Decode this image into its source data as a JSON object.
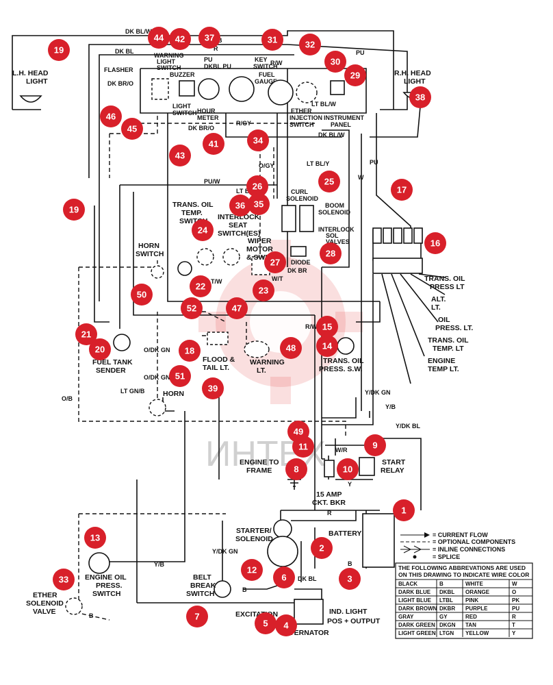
{
  "diagram": {
    "watermark_text": "ИНТЕХ",
    "components": {
      "lh_head_light": [
        "L.H. HEAD",
        "LIGHT"
      ],
      "rh_head_light": [
        "R.H. HEAD",
        "LIGHT"
      ],
      "warning_light_switch": [
        "WARNING",
        "LIGHT",
        "SWITCH"
      ],
      "flasher": "FLASHER",
      "buzzer": "BUZZER",
      "light_switch": [
        "LIGHT",
        "SWITCH"
      ],
      "hour_meter": [
        "HOUR",
        "METER"
      ],
      "key_switch": [
        "KEY",
        "SWITCH"
      ],
      "fuel_gauge": [
        "FUEL",
        "GAUGE"
      ],
      "ether_injection_switch": [
        "ETHER",
        "INJECTION",
        "SWITCH"
      ],
      "instrument_panel": [
        "INSTRUMENT",
        "PANEL"
      ],
      "curl_solenoid": [
        "CURL",
        "SOLENOID"
      ],
      "boom_solenoid": [
        "BOOM",
        "SOLENOID"
      ],
      "interlock_sol_valves": [
        "INTERLOCK",
        "SOL",
        "VALVES"
      ],
      "diode": "DIODE",
      "trans_oil_temp_switch": [
        "TRANS. OIL",
        "TEMP.",
        "SWITCH"
      ],
      "interlock_seat_switch": [
        "INTERLOCK",
        "SEAT",
        "SWITCH(ES)"
      ],
      "wiper_motor": [
        "WIPER",
        "MOTOR",
        "& SWITCH"
      ],
      "horn_switch": [
        "HORN",
        "SWITCH"
      ],
      "fuel_tank_sender": [
        "FUEL TANK",
        "SENDER"
      ],
      "flood_tail": [
        "FLOOD &",
        "TAIL LT."
      ],
      "warning_lt": [
        "WARNING",
        "LT."
      ],
      "trans_oil_press_sw": [
        "TRANS. OIL",
        "PRESS. S.W."
      ],
      "horn": "HORN",
      "engine_to_frame": [
        "ENGINE TO",
        "FRAME"
      ],
      "ckt_bkr": [
        "15 AMP",
        "CKT. BKR"
      ],
      "start_relay": [
        "START",
        "RELAY"
      ],
      "starter_solenoid": [
        "STARTER/",
        "SOLENOID"
      ],
      "battery": "BATTERY",
      "engine_oil_press_switch": [
        "ENGINE OIL",
        "PRESS.",
        "SWITCH"
      ],
      "belt_break_switch": [
        "BELT",
        "BREAK",
        "SWITCH"
      ],
      "ether_solenoid_valve": [
        "ETHER",
        "SOLENOID",
        "VALVE"
      ],
      "alternator_excitation": "EXCITATION",
      "alternator": "ALTERNATOR",
      "ind_light": "IND. LIGHT",
      "pos_output": "POS + OUTPUT",
      "lamp_labels": [
        [
          "TRANS. OIL",
          "PRESS LT"
        ],
        [
          "ALT.",
          "LT."
        ],
        [
          "OIL",
          "PRESS. LT."
        ],
        [
          "TRANS. OIL",
          "TEMP. LT"
        ],
        [
          "ENGINE",
          "TEMP LT."
        ]
      ]
    },
    "wire_labels": {
      "dk_bl_w_top": "DK BL/W",
      "b_top": "B",
      "dk_bl": "DK BL",
      "dk_br_o": "DK BR/O",
      "pu_top": "PU",
      "dkbl_pu": "DKBL PU",
      "r_top": "R",
      "r_w": "R/W",
      "pu_right": "PU",
      "lt_bl_w": "LT BL/W",
      "dk_br_o_mid": "DK BR/O",
      "dk_bl_w_mid": "DK BL/W",
      "r_gy": "R/GY",
      "o_gy": "O/GY",
      "lt_bl_y": "LT BL/Y",
      "pu_w": "PU/W",
      "lt_bl": "LT BL",
      "pu_vertical": "PU",
      "w_vertical": "W",
      "t_w": "T/W",
      "w_t": "W/T",
      "dk_br": "DK BR",
      "r_w_mid": "R/W",
      "o_dk_gn_1": "O/DK GN",
      "o_dk_gn_2": "O/DK GN",
      "lt_gn_b": "LT GN/B",
      "o_b": "O/B",
      "y_dk_gn": "Y/DK GN",
      "y_b": "Y/B",
      "y_dk_bl": "Y/DK BL",
      "w_r": "W/R",
      "r_relay": "R",
      "y_relay": "Y",
      "y_dk_gn_low": "Y/DK GN",
      "y_b_low": "Y/B",
      "b_belt": "B",
      "dk_bl_low": "DK BL",
      "b_bottom": "B",
      "r_batt": "R",
      "b_batt": "B"
    },
    "legend": {
      "rows": [
        {
          "symbol": "arrow",
          "text": "= CURRENT FLOW"
        },
        {
          "symbol": "dash",
          "text": "= OPTIONAL COMPONENTS"
        },
        {
          "symbol": "inline",
          "text": "= INLINE CONNECTIONS"
        },
        {
          "symbol": "dot",
          "text": "= SPLICE"
        }
      ],
      "abbr_title_1": "THE FOLLOWING ABBREVATIONS ARE USED",
      "abbr_title_2": "ON THIS DRAWING TO INDICATE WIRE COLOR",
      "abbreviations": [
        [
          "BLACK",
          "B",
          "WHITE",
          "W"
        ],
        [
          "DARK BLUE",
          "DKBL",
          "ORANGE",
          "O"
        ],
        [
          "LIGHT BLUE",
          "LTBL",
          "PINK",
          "PK"
        ],
        [
          "DARK BROWN",
          "DKBR",
          "PURPLE",
          "PU"
        ],
        [
          "GRAY",
          "GY",
          "RED",
          "R"
        ],
        [
          "DARK GREEN",
          "DKGN",
          "TAN",
          "T"
        ],
        [
          "LIGHT GREEN",
          "LTGN",
          "YELLOW",
          "Y"
        ]
      ]
    },
    "callouts": [
      "1",
      "2",
      "3",
      "4",
      "5",
      "6",
      "7",
      "8",
      "9",
      "10",
      "11",
      "12",
      "13",
      "14",
      "15",
      "16",
      "17",
      "18",
      "19",
      "19",
      "20",
      "21",
      "22",
      "23",
      "24",
      "25",
      "26",
      "27",
      "28",
      "29",
      "30",
      "31",
      "32",
      "33",
      "35",
      "36",
      "37",
      "38",
      "39",
      "41",
      "42",
      "43",
      "44",
      "45",
      "46",
      "47",
      "48",
      "49",
      "50",
      "51",
      "52",
      "34"
    ],
    "colors": {
      "callout": "#d8202a",
      "ink": "#111111",
      "watermark": "#e25050"
    }
  }
}
